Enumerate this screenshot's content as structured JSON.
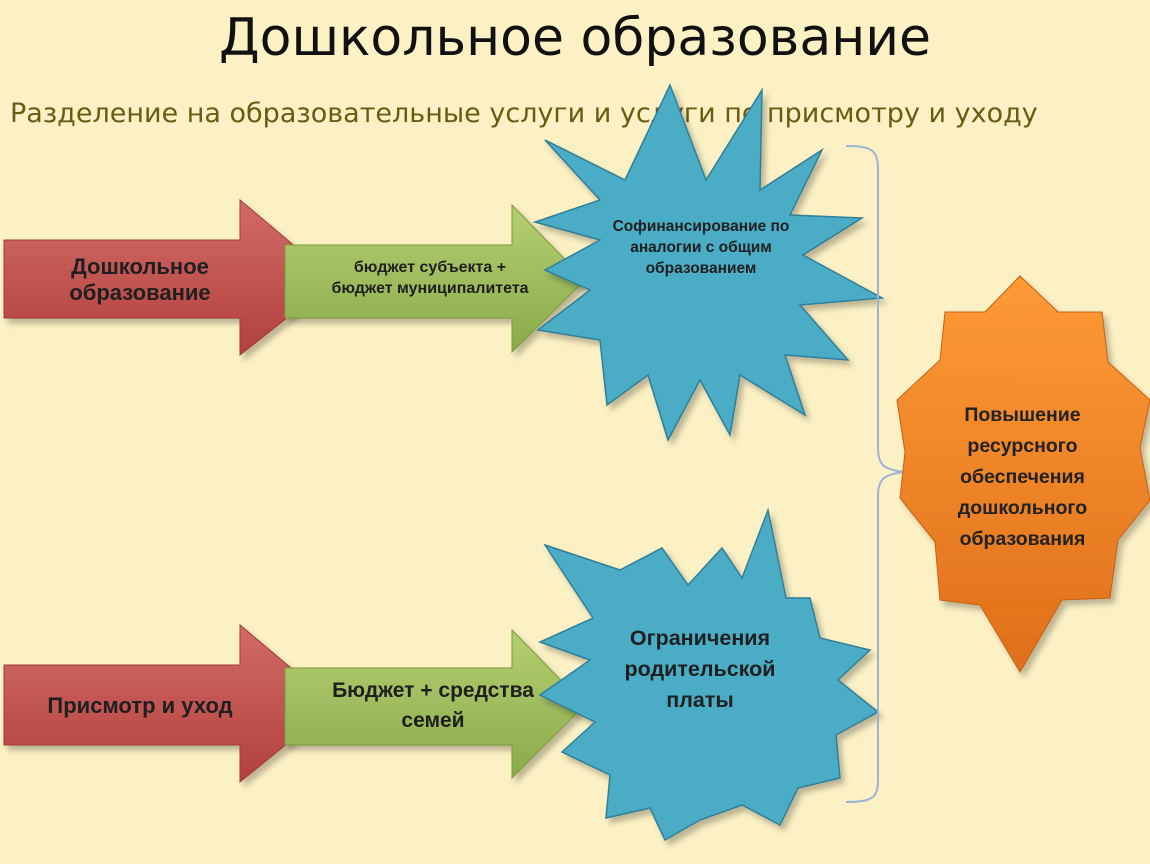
{
  "title": "Дошкольное образование",
  "subtitle": "Разделение на образовательные услуги и услуги по присмотру и уходу",
  "rows": [
    {
      "source": "Дошкольное образование",
      "funding": "бюджет субъекта + бюджет муниципалитета",
      "mechanism": "Софинансирование по аналогии с общим образованием"
    },
    {
      "source": "Присмотр и уход",
      "funding": "Бюджет + средства семей",
      "mechanism": "Ограничения родительской платы"
    }
  ],
  "result": "Повышение ресурсного обеспечения дошкольного образования",
  "colors": {
    "background": "#fbf1c4",
    "red_arrow": "#c0504d",
    "green_arrow": "#9bbb59",
    "star": "#4bacc6",
    "result_shape": "#f68a24",
    "brace": "#9db3d6"
  }
}
